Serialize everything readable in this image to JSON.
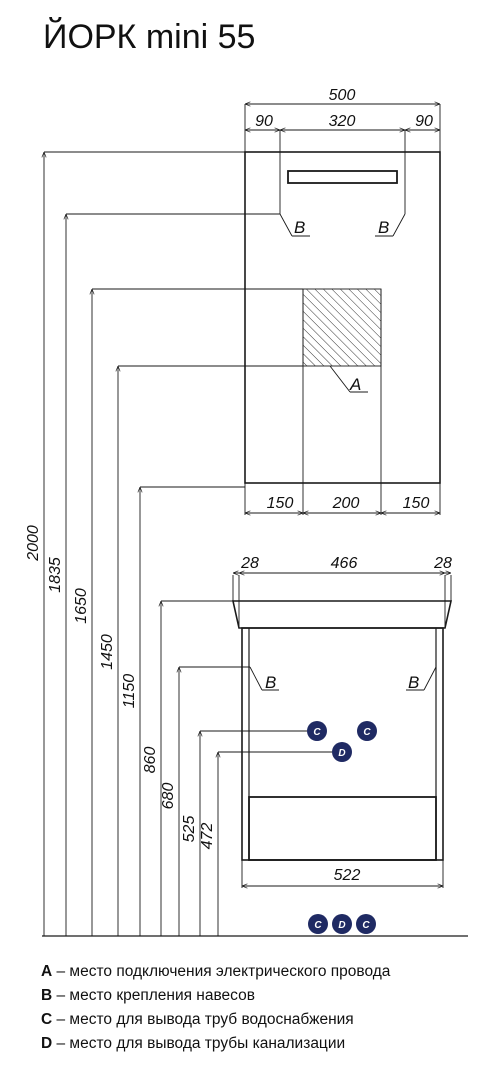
{
  "title": "ЙОРК mini 55",
  "upper_cabinet": {
    "width_total": "500",
    "width_left": "90",
    "width_middle": "320",
    "width_right": "90",
    "bottom_left": "150",
    "bottom_middle": "200",
    "bottom_right": "150"
  },
  "lower_cabinet": {
    "top_left": "28",
    "top_middle": "466",
    "top_right": "28",
    "bottom_width": "522"
  },
  "heights": [
    "2000",
    "1835",
    "1650",
    "1450",
    "1150",
    "860",
    "680",
    "525",
    "472"
  ],
  "markers": {
    "a": "A",
    "b": "B",
    "c": "C",
    "d": "D"
  },
  "legend": [
    {
      "letter": "A",
      "text": " – место подключения электрического провода"
    },
    {
      "letter": "B",
      "text": " – место крепления навесов"
    },
    {
      "letter": "C",
      "text": " – место для вывода труб водоснабжения"
    },
    {
      "letter": "D",
      "text": " – место для вывода трубы канализации"
    }
  ],
  "colors": {
    "line": "#1a1a1a",
    "marker_fill": "#1f2a63"
  }
}
